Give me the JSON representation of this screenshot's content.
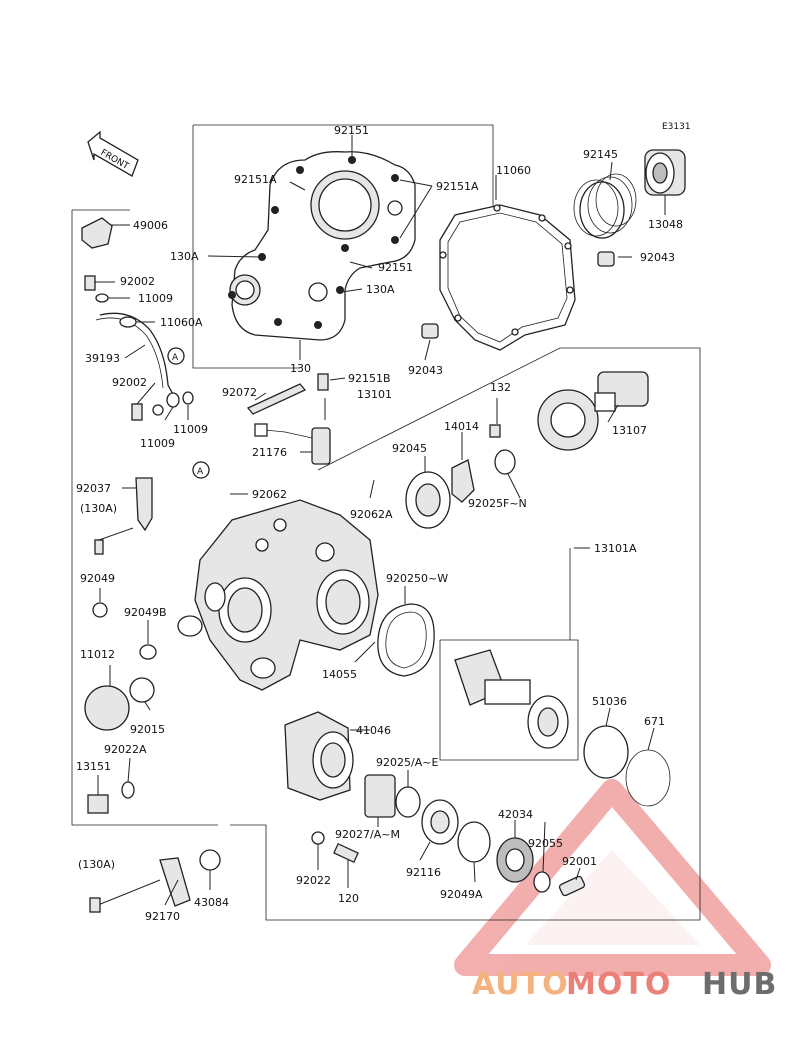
{
  "diagram": {
    "code": "E3131",
    "front_label": "FRONT",
    "callout": "A",
    "labels": {
      "p92151_top": "92151",
      "p92151A_left": "92151A",
      "p92151A_right": "92151A",
      "p11060": "11060",
      "p92145": "92145",
      "p13048": "13048",
      "p49006": "49006",
      "p92002_a": "92002",
      "p11009_a": "11009",
      "p11060A": "11060A",
      "p39193": "39193",
      "p92002_b": "92002",
      "p11009_b": "11009",
      "p11009_c": "11009",
      "p130A_left": "130A",
      "p130A_right": "130A",
      "p92151_mid": "92151",
      "p130": "130",
      "p92043_top": "92043",
      "p92043_mid": "92043",
      "p92072": "92072",
      "p92151B": "92151B",
      "p13101": "13101",
      "p132": "132",
      "p13107": "13107",
      "p14014": "14014",
      "p92045": "92045",
      "p21176": "21176",
      "p92025FN": "92025F~N",
      "p92037": "92037",
      "p130A_paren1": "(130A)",
      "p92062": "92062",
      "p92062A": "92062A",
      "p13101A": "13101A",
      "p92049": "92049",
      "p92025OW": "920250~W",
      "p92049B": "92049B",
      "p11012": "11012",
      "p14055": "14055",
      "p92015": "92015",
      "p51036": "51036",
      "p671": "671",
      "p41046": "41046",
      "p92022A": "92022A",
      "p92025AE": "92025/A~E",
      "p13151": "13151",
      "p42034": "42034",
      "p92027AM": "92027/A~M",
      "p92055": "92055",
      "p92001": "92001",
      "p92022": "92022",
      "p92116": "92116",
      "p120": "120",
      "p92049A": "92049A",
      "p130A_paren2": "(130A)",
      "p92170": "92170",
      "p43084": "43084"
    }
  },
  "watermark": {
    "part1": "AUTO",
    "part2": "MOTO",
    "part3": "HUB",
    "colors": {
      "auto": "#f3b27f",
      "moto": "#ea8077",
      "hub": "#6d6d6d",
      "triangle": "#e96b6b"
    }
  }
}
